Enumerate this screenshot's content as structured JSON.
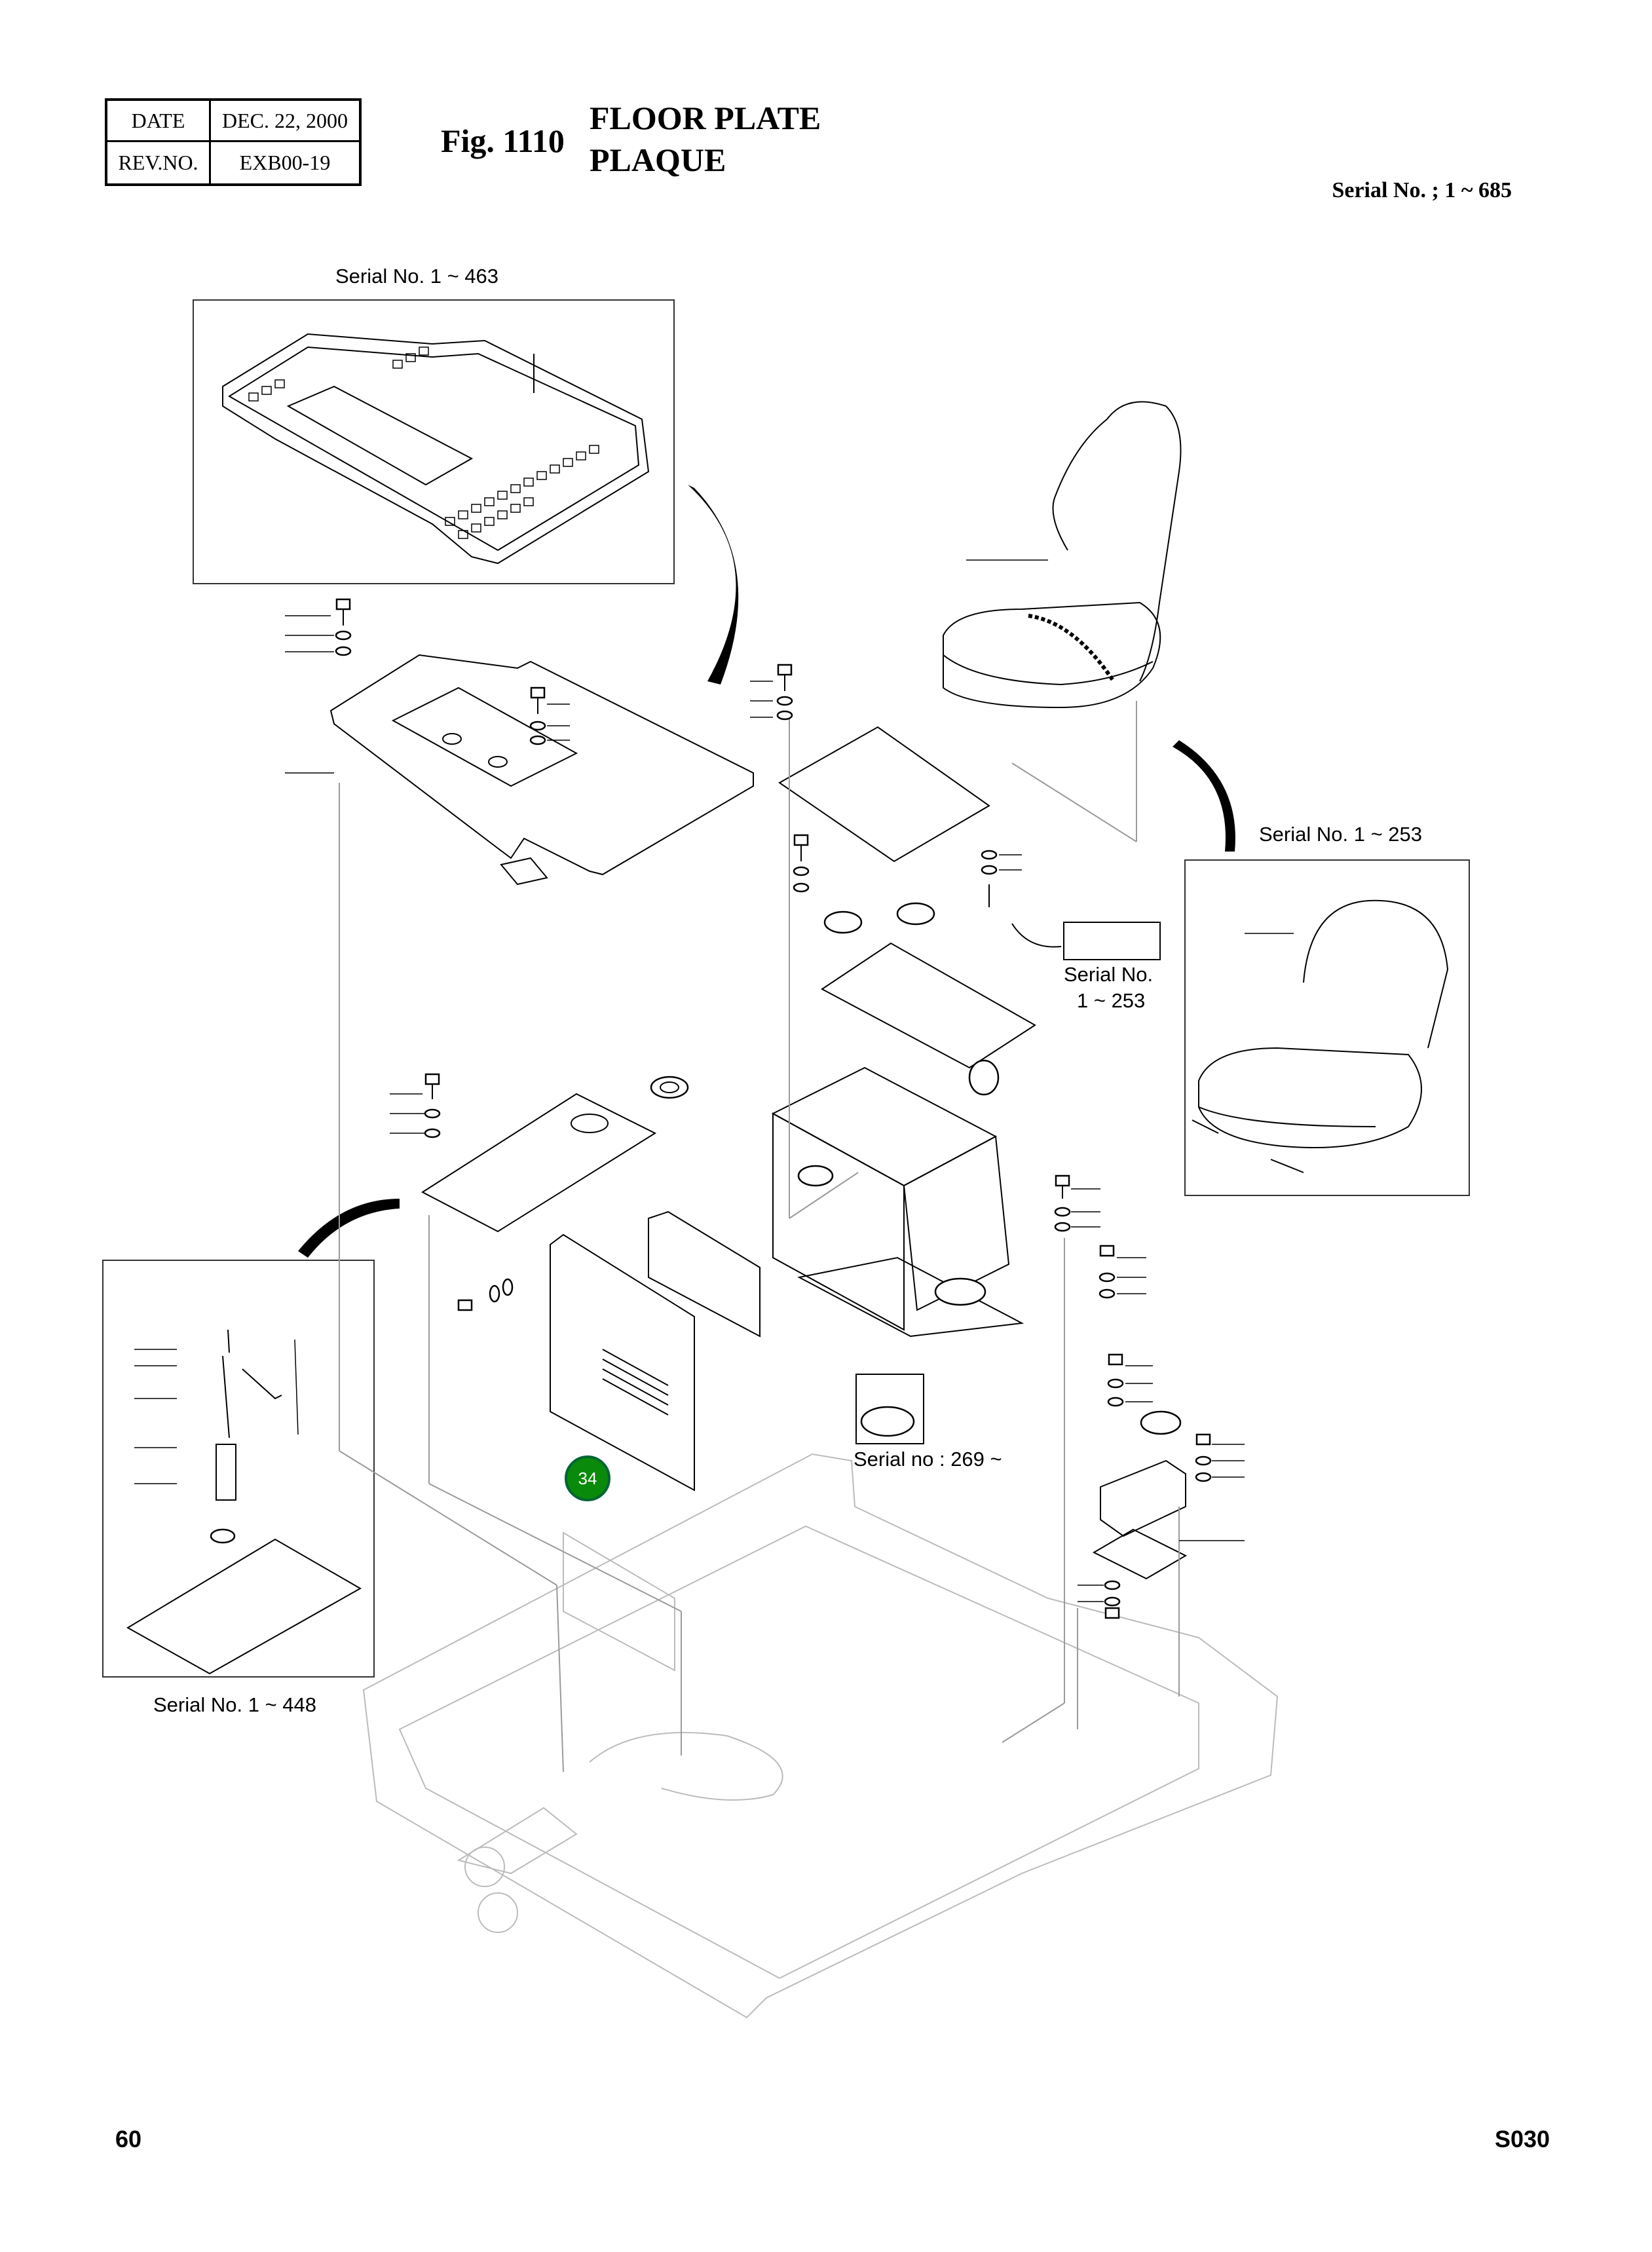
{
  "header": {
    "date_label": "DATE",
    "date_value": "DEC. 22, 2000",
    "rev_label": "REV.NO.",
    "rev_value": "EXB00-19",
    "figure": "Fig. 1110",
    "title_line1": "FLOOR PLATE",
    "title_line2": "PLAQUE",
    "serial_range": "Serial No. ; 1 ~ 685"
  },
  "callouts": {
    "inset_floor": "Serial No. 1 ~ 463",
    "inset_seat": "Serial No. 1 ~ 253",
    "small_part_line1": "Serial No.",
    "small_part_line2": "1 ~ 253",
    "grommet": "Serial no : 269 ~",
    "inset_plate": "Serial No. 1 ~ 448",
    "badge": "34"
  },
  "footer": {
    "page_number": "60",
    "doc_code": "S030"
  }
}
